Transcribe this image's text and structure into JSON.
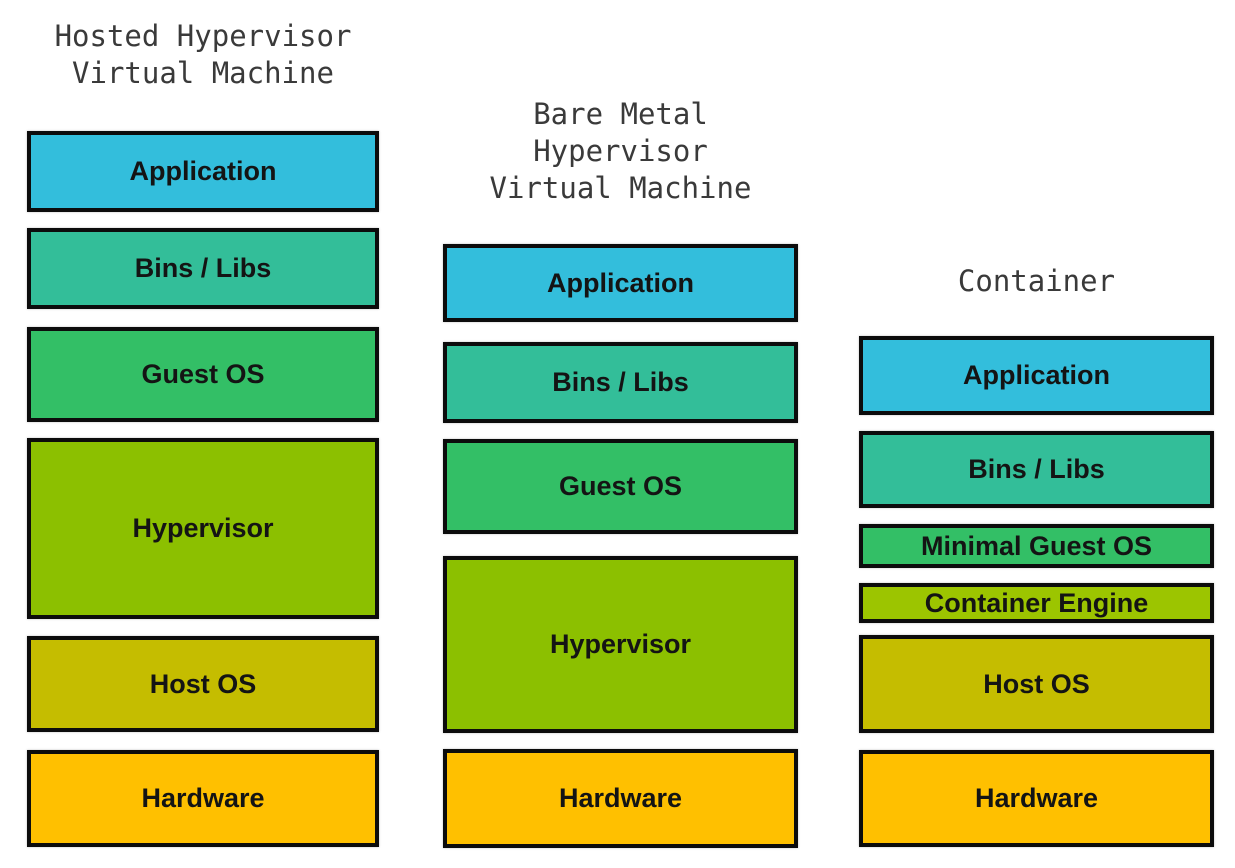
{
  "colors": {
    "application": "#33BEDC",
    "bins_libs": "#33BE99",
    "guest_os": "#33BF66",
    "hypervisor": "#8CC000",
    "container_engine": "#9CC500",
    "host_os": "#C5BD00",
    "hardware": "#FFC000",
    "box_border": "#0C0C0C",
    "title_text": "#3A3A3A",
    "label_text": "#141414",
    "page_background": "#FFFFFF"
  },
  "diagram": {
    "columns": [
      {
        "title_lines": [
          "Hosted Hypervisor",
          "Virtual Machine"
        ],
        "layers": [
          {
            "label": "Application",
            "color": "#33BEDC"
          },
          {
            "label": "Bins / Libs",
            "color": "#33BE99"
          },
          {
            "label": "Guest OS",
            "color": "#33BF66"
          },
          {
            "label": "Hypervisor",
            "color": "#8CC000"
          },
          {
            "label": "Host OS",
            "color": "#C5BD00"
          },
          {
            "label": "Hardware",
            "color": "#FFC000"
          }
        ]
      },
      {
        "title_lines": [
          "Bare Metal",
          "Hypervisor",
          "Virtual Machine"
        ],
        "layers": [
          {
            "label": "Application",
            "color": "#33BEDC"
          },
          {
            "label": "Bins / Libs",
            "color": "#33BE99"
          },
          {
            "label": "Guest OS",
            "color": "#33BF66"
          },
          {
            "label": "Hypervisor",
            "color": "#8CC000"
          },
          {
            "label": "Hardware",
            "color": "#FFC000"
          }
        ]
      },
      {
        "title_lines": [
          "Container"
        ],
        "layers": [
          {
            "label": "Application",
            "color": "#33BEDC"
          },
          {
            "label": "Bins / Libs",
            "color": "#33BE99"
          },
          {
            "label": "Minimal Guest OS",
            "color": "#33BF66"
          },
          {
            "label": "Container Engine",
            "color": "#9CC500"
          },
          {
            "label": "Host OS",
            "color": "#C5BD00"
          },
          {
            "label": "Hardware",
            "color": "#FFC000"
          }
        ]
      }
    ]
  }
}
